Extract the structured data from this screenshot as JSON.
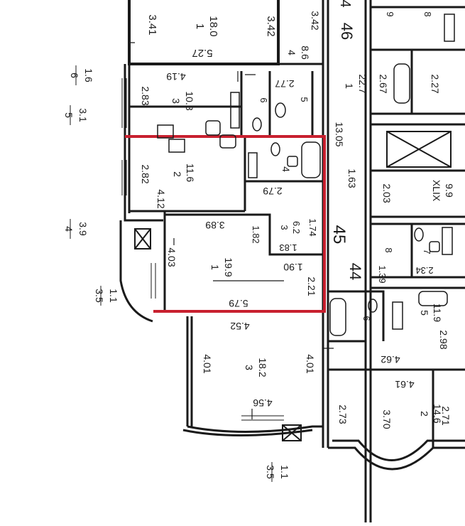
{
  "colors": {
    "wall": "#1a1a1a",
    "highlight": "#c8202f",
    "background": "#ffffff"
  },
  "icons": {
    "stove": "stove-icon",
    "toilet": "toilet-icon",
    "bathtub": "bathtub-icon",
    "sink": "sink-icon",
    "ventilation": "ventilation-shaft-icon",
    "elevator": "elevator-shaft-icon"
  },
  "labels": {
    "room_top_1_width": "3.41",
    "room_top_1_num": "1",
    "room_top_1_area": "18.0",
    "room_top_1_height": "3.42",
    "room_top_1_length": "5.27",
    "room_top_4_width": "3.42",
    "room_top_4_num": "4",
    "room_top_4_area": "8.6",
    "stair_num": "46",
    "room_top_3_length": "4.19",
    "room_top_3_width": "2.83",
    "room_top_3_num": "3",
    "room_top_3_area": "10.8",
    "corr_top_len": "2.77",
    "wc_top_num_6": "6",
    "wc_top_num_5": "5",
    "hall_top_area": "22.7",
    "hall_top_num": "1",
    "hall_top_w": "2.67",
    "hall_top_r": "2.27",
    "corr_len": "13.05",
    "room_a2_width": "2.82",
    "room_a2_num": "2",
    "room_a2_area": "11.6",
    "room_a2_length": "4.12",
    "wc_a_len": "2.79",
    "wc_a_num": "4",
    "hall_a_len": "1.63",
    "hall_a_w": "2.03",
    "lift_num": "XLIX",
    "lift_area": "9.9",
    "room_a1_len": "3.89",
    "closet_a_w": "1.82",
    "closet_a_num": "3",
    "closet_a_area": "6.2",
    "closet_a_h": "1.74",
    "closet_a_l": "1.83",
    "apt_num": "45",
    "room_a1_w": "4.03",
    "room_a1_num": "1",
    "room_a1_area": "19.9",
    "room_a1_mid": "1.90",
    "room_a1_h": "2.21",
    "room_a1_length": "5.79",
    "apt_num_44": "44",
    "right_wc_8": "8",
    "right_wc_7": "7",
    "right_len_139": "1.39",
    "right_len_234": "2.34",
    "right_5_num": "5",
    "right_5_area": "11.9",
    "right_6": "6",
    "room_b3_len": "4.52",
    "room_b3_w": "4.01",
    "room_b3_num": "3",
    "room_b3_area": "18.2",
    "room_b3_h": "4.01",
    "room_b3_bottom": "4.56",
    "right_462": "4.62",
    "right_298": "2.98",
    "right_461": "4.61",
    "right_273": "2.73",
    "right_370": "3.70",
    "right_2_num": "2",
    "right_2_area": "14.6",
    "right_271": "2.71",
    "balc_6_num": "6",
    "balc_6_area": "1.6",
    "balc_5_num": "5",
    "balc_5_area": "3.1",
    "balc_4_num": "4",
    "balc_4_area": "3.9",
    "balc_35_num": "3.5",
    "balc_35_area": "1.1",
    "balc_35b_num": "3.5",
    "balc_35b_area": "1.1",
    "top_frac_9": "9",
    "top_frac_8": "8",
    "top_frac_4": "4"
  }
}
